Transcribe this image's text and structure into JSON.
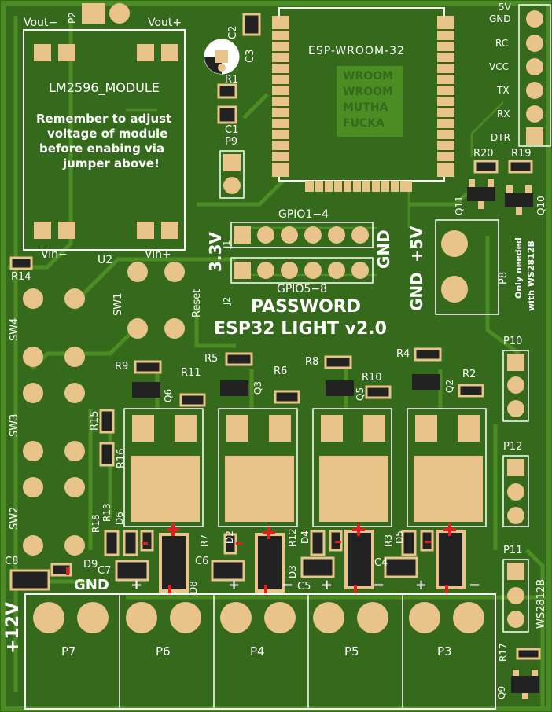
{
  "board": {
    "colors": {
      "soldermask": "#356a1d",
      "trace": "#4b8c23",
      "pad": "#e8c48a",
      "silk": "#ffffff",
      "chip": "#222222",
      "polarity": "#e02020"
    },
    "title": "PASSWORD",
    "subtitle": "ESP32 LIGHT v2.0"
  },
  "module": {
    "name": "LM2596_MODULE",
    "vout_minus": "Vout−",
    "vout_plus": "Vout+",
    "vin_minus": "Vin−",
    "vin_plus": "Vin+",
    "note_lines": [
      "Remember to adjust",
      "voltage of module",
      "before enabing via",
      "jumper above!"
    ]
  },
  "esp": {
    "name": "ESP-WROOM-32",
    "logo_lines": [
      "WROOM",
      "WROOM",
      "MUTHA",
      "FUCKA"
    ]
  },
  "serial_header": {
    "pins": [
      "5V",
      "GND",
      "RC",
      "VCC",
      "TX",
      "RX",
      "DTR"
    ]
  },
  "gpio": {
    "j1_label": "J1",
    "j2_label": "J2",
    "gpio_top": "GPIO1−4",
    "gpio_bottom": "GPIO5−8",
    "v33": "3.3V",
    "gnd": "GND"
  },
  "power5v": {
    "plus5v": "+5V",
    "gnd": "GND",
    "ref": "P8",
    "note_lines": [
      "Only needed",
      "with WS2812B"
    ]
  },
  "switches": {
    "sw1": "SW1",
    "sw2": "SW2",
    "sw3": "SW3",
    "sw4": "SW4",
    "reset": "Reset",
    "u2": "U2"
  },
  "refs": {
    "p2": "P2",
    "c2": "C2",
    "c3": "C3",
    "r1": "R1",
    "c1": "C1",
    "p9": "P9",
    "r14": "R14",
    "r20": "R20",
    "r19": "R19",
    "q11": "Q11",
    "q10": "Q10",
    "r9": "R9",
    "r11": "R11",
    "q6": "Q6",
    "r5": "R5",
    "q3": "Q3",
    "r6": "R6",
    "r8": "R8",
    "r10": "R10",
    "q5": "Q5",
    "r4": "R4",
    "r2": "R2",
    "q2": "Q2",
    "r15": "R15",
    "r16": "R16",
    "r18": "R18",
    "r13": "R13",
    "d6": "D6",
    "r7": "R7",
    "d2": "D2",
    "r12": "R12",
    "d4": "D4",
    "d3": "D3",
    "r3": "R3",
    "d5": "D5",
    "c8": "C8",
    "d9": "D9",
    "c7": "C7",
    "d8": "D8",
    "c6": "C6",
    "c5": "C5",
    "c4": "C4",
    "p10": "P10",
    "p12": "P12",
    "p11": "P11",
    "ws": "WS2812B",
    "r17": "R17",
    "q9": "Q9"
  },
  "terminals": {
    "v12": "+12V",
    "gnd": "GND",
    "plus": "+",
    "minus": "−",
    "blocks": [
      "P7",
      "P6",
      "P4",
      "P5",
      "P3"
    ]
  }
}
